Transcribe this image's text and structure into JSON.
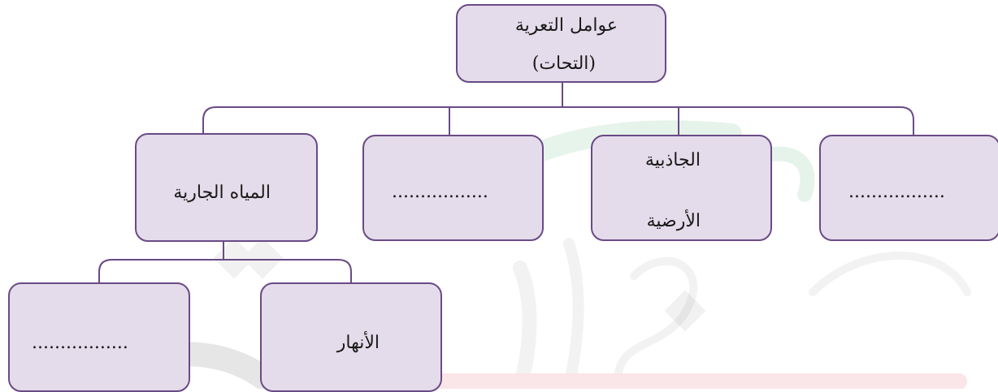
{
  "diagram": {
    "root": {
      "line1": "عوامل التعرية",
      "line2": "(التحات)"
    },
    "level1": [
      {
        "text": "المياه الجارية"
      },
      {
        "text": "................."
      },
      {
        "line1": "الجاذبية",
        "line2": "الأرضية"
      },
      {
        "text": "................."
      }
    ],
    "level2": [
      {
        "text": "................."
      },
      {
        "text": "الأنهار"
      }
    ]
  },
  "colors": {
    "box_fill": "#e4dcea",
    "box_border": "#6a4a86",
    "connector": "#6a4a86",
    "watermark_green": "#3aa35a",
    "watermark_red": "#d9334a",
    "watermark_gray": "#9a9a9a"
  }
}
